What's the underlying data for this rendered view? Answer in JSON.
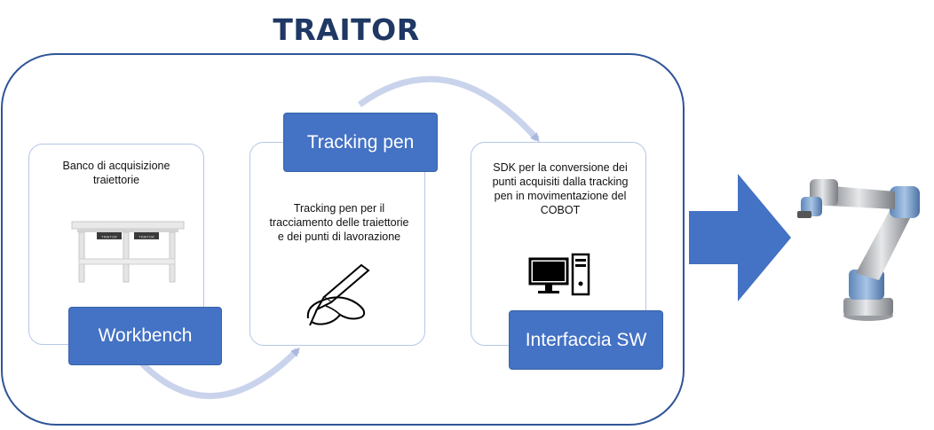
{
  "title": "TRAITOR",
  "workbench": {
    "description": "Banco di acquisizione traiettorie",
    "label": "Workbench",
    "icon": "workbench-icon",
    "drawer_text": "TRAITOR"
  },
  "tracking_pen": {
    "description": "Tracking pen per il tracciamento delle traiettorie e dei punti di lavorazione",
    "label": "Tracking pen",
    "icon": "hand-writing-icon"
  },
  "software": {
    "description": "SDK per la conversione dei punti acquisiti dalla tracking pen in movimentazione del COBOT",
    "label": "Interfaccia SW",
    "icon": "computer-icon"
  },
  "output": {
    "arrow_icon": "right-arrow-icon",
    "robot_icon": "cobot-arm-icon"
  },
  "colors": {
    "title": "#1f3864",
    "frame": "#2f5597",
    "label_fill": "#4472c4",
    "card_border": "#b4c7e7",
    "flow_arrow": "#a9b8dd"
  }
}
